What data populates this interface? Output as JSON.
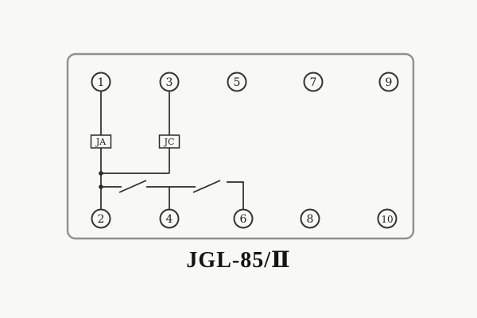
{
  "diagram": {
    "caption": "JGL-85/Ⅱ",
    "top_terminals": [
      "1",
      "3",
      "5",
      "7",
      "9"
    ],
    "bottom_terminals": [
      "2",
      "4",
      "6",
      "8",
      "10"
    ],
    "components": {
      "ja": "JA",
      "jc": "JC"
    },
    "colors": {
      "background": "#f8f8f6",
      "frame": "#8f8f8f",
      "wire": "#2a2a2a",
      "terminal_ring": "#333333"
    }
  }
}
